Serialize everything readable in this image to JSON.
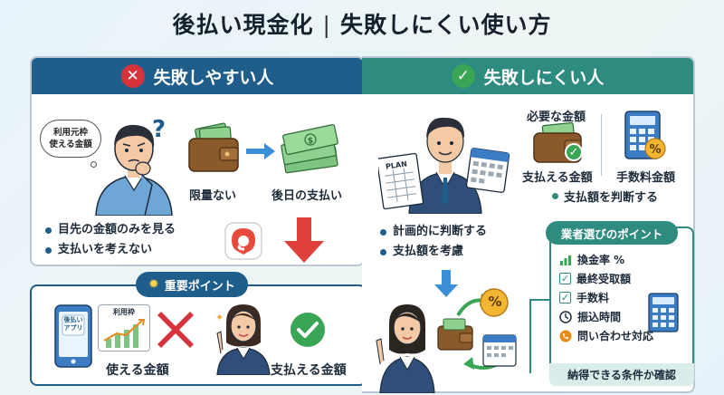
{
  "title": {
    "left": "後払い現金化",
    "separator": "|",
    "right": "失敗しにくい使い方"
  },
  "left_panel": {
    "heading": "失敗しやすい人",
    "thought_line1": "利用元枠",
    "thought_line2": "使える金額",
    "question_mark": "?",
    "label_limited": "限量ない",
    "label_later_pay": "後日の支払い",
    "bullets": [
      "目先の金額のみを見る",
      "支払いを考えない"
    ]
  },
  "keypoint": {
    "tab_label": "重要ポイント",
    "phone_label_line1": "後払い",
    "phone_label_line2": "アプリ",
    "chart_label": "利用枠",
    "label_usable": "使える金額",
    "label_payable": "支払える金額"
  },
  "right_panel": {
    "heading": "失敗しにくい人",
    "plan_label": "PLAN",
    "label_needed": "必要な金額",
    "label_payable": "支払える金額",
    "label_fee": "手数料金額",
    "judge_payment": "支払額を判断する",
    "bullets": [
      "計画的に判断する",
      "支払額を考慮"
    ],
    "percent_symbol": "%"
  },
  "vendor": {
    "tab_label": "業者選びのポイント",
    "items": [
      {
        "icon": "bar-chart-icon",
        "label": "換金率 %"
      },
      {
        "icon": "checkbox-icon",
        "label": "最終受取額"
      },
      {
        "icon": "checkbox-icon",
        "label": "手数料"
      },
      {
        "icon": "clock-icon",
        "label": "振込時間"
      },
      {
        "icon": "phone-icon",
        "label": "問い合わせ対応"
      }
    ],
    "footer": "納得できる条件か確認"
  },
  "colors": {
    "left_header": "#1f5e8a",
    "right_header": "#2e8b7f",
    "x_red": "#d7333a",
    "check_green": "#3aa555"
  }
}
